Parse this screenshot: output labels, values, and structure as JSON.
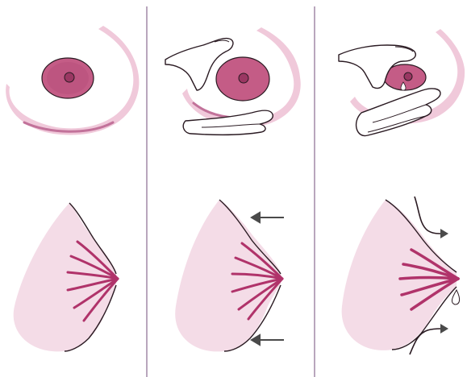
{
  "colors": {
    "background": "#ffffff",
    "divider": "#b9a6bd",
    "outline": "#2a1a22",
    "breast_fill": "#f4dce7",
    "breast_shadow": "#ecc4d5",
    "areola": "#c45c86",
    "areola_dark": "#a23d69",
    "nipple": "#9a3762",
    "duct": "#b0336a",
    "hand_fill": "#ffffff",
    "arrow": "#4a4a4a"
  },
  "panels": [
    {
      "step": "step-1",
      "top_view": "breast-front-view",
      "side_view": "breast-profile-ducts"
    },
    {
      "step": "step-2",
      "top_view": "hand-c-hold-areola",
      "side_view": "breast-profile-compression-arrows"
    },
    {
      "step": "step-3",
      "top_view": "hand-squeeze-nipple-drop",
      "side_view": "breast-profile-milk-flow-arrows"
    }
  ],
  "icons": [
    "left-arrow-icon",
    "right-arrow-icon",
    "milk-drop-icon",
    "hand-icon"
  ]
}
